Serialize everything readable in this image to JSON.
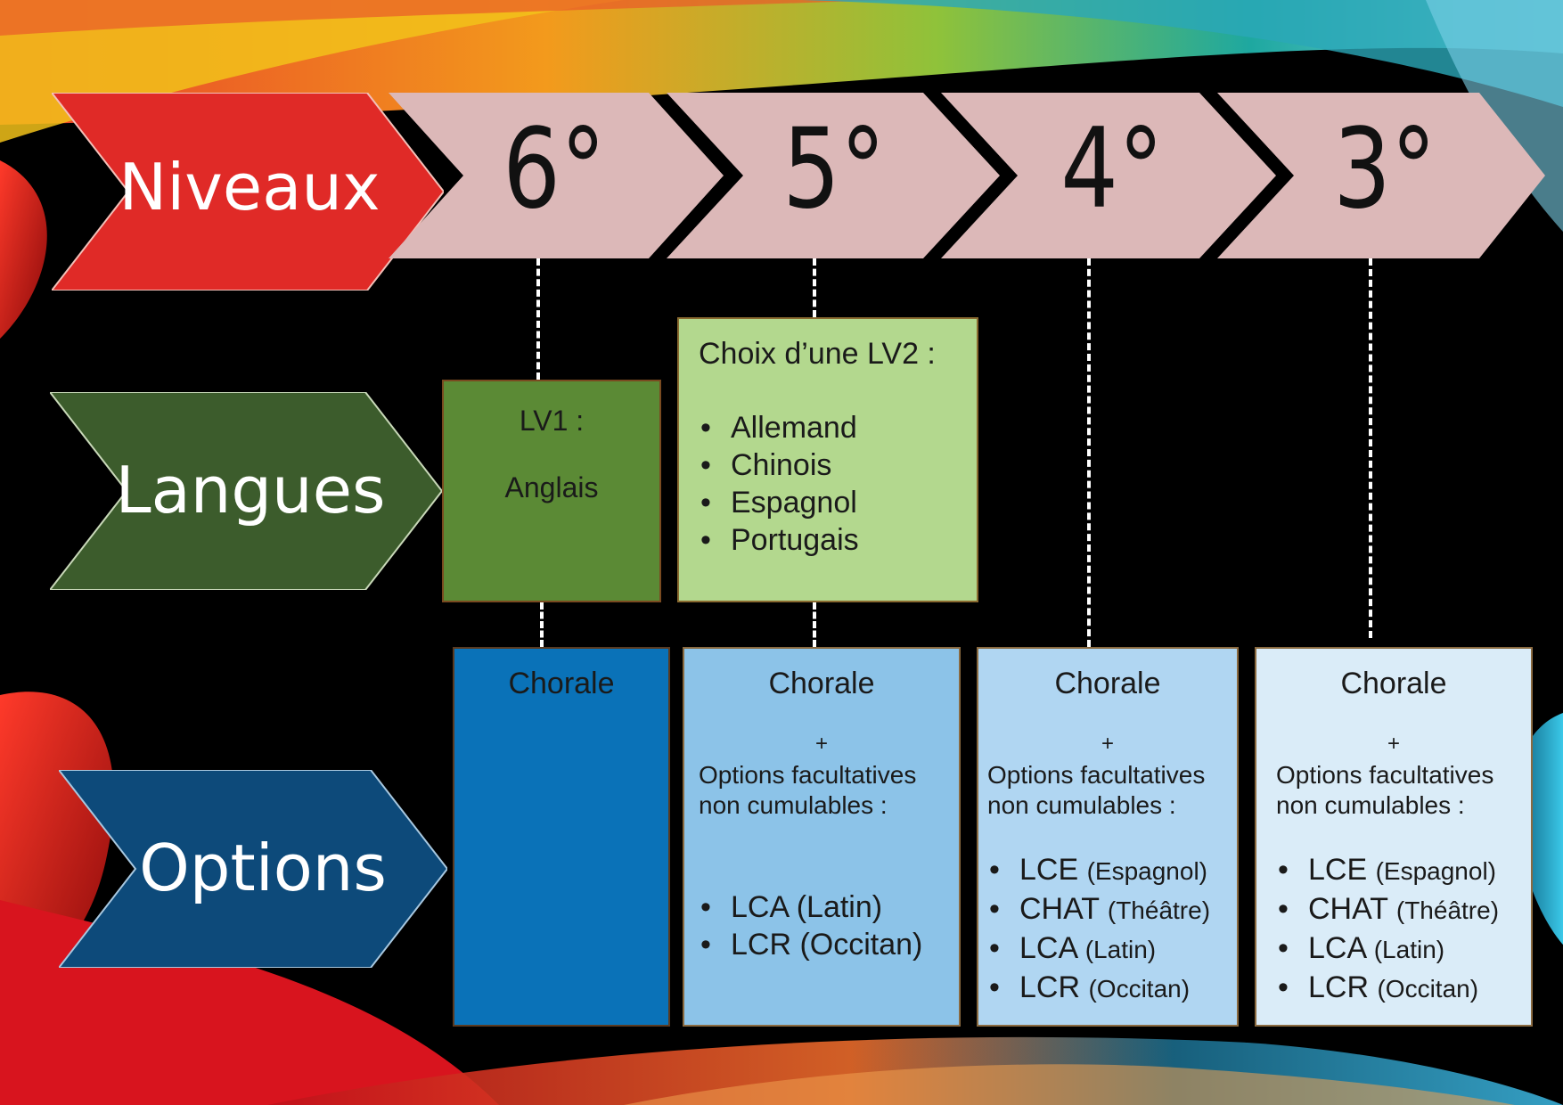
{
  "rows": {
    "niveaux": {
      "label": "Niveaux",
      "color": "#e02a27"
    },
    "langues": {
      "label": "Langues",
      "color": "#3c5c2c"
    },
    "options": {
      "label": "Options",
      "color": "#0d4a7a"
    }
  },
  "levels": [
    {
      "label": "6°"
    },
    {
      "label": "5°"
    },
    {
      "label": "4°"
    },
    {
      "label": "3°"
    }
  ],
  "langues": {
    "lv1": {
      "title": "LV1 :",
      "value": "Anglais"
    },
    "lv2": {
      "title": "Choix d’une LV2 :",
      "items": [
        "Allemand",
        "Chinois",
        "Espagnol",
        "Portugais"
      ]
    }
  },
  "options": {
    "col6": {
      "title": "Chorale"
    },
    "col5": {
      "title": "Chorale",
      "plus": "+",
      "desc": "Options facultatives non cumulables :",
      "items": [
        "LCA (Latin)",
        "LCR (Occitan)"
      ]
    },
    "col4": {
      "title": "Chorale",
      "plus": "+",
      "desc": "Options facultatives non cumulables :",
      "items": [
        {
          "code": "LCE",
          "detail": "(Espagnol)"
        },
        {
          "code": "CHAT",
          "detail": "(Théâtre)"
        },
        {
          "code": "LCA",
          "detail": "(Latin)"
        },
        {
          "code": "LCR",
          "detail": "(Occitan)"
        }
      ]
    },
    "col3": {
      "title": "Chorale",
      "plus": "+",
      "desc": "Options facultatives non cumulables :",
      "items": [
        {
          "code": "LCE",
          "detail": "(Espagnol)"
        },
        {
          "code": "CHAT",
          "detail": "(Théâtre)"
        },
        {
          "code": "LCA",
          "detail": "(Latin)"
        },
        {
          "code": "LCR",
          "detail": "(Occitan)"
        }
      ]
    }
  },
  "colors": {
    "level_chevron": "#dcb8b8",
    "lv1_box": "#5b8a35",
    "lv2_box": "#b3d88e",
    "opt6": "#0a72b8",
    "opt5": "#8cc3e8",
    "opt4": "#b0d6f2",
    "opt3": "#daecf8"
  }
}
